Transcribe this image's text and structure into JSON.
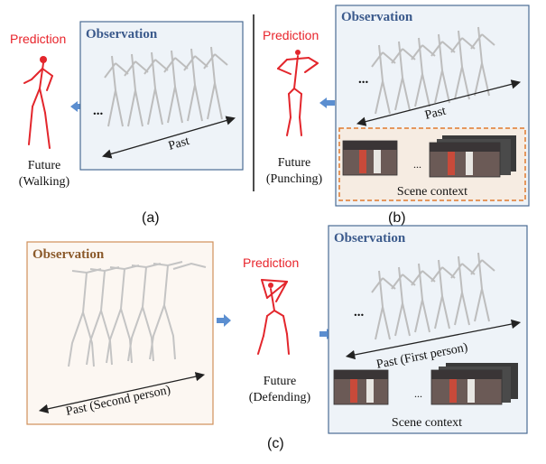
{
  "colors": {
    "prediction_text": "#e8242b",
    "observation_title": "#3b5a8c",
    "observation_title_c": "#8b5a2b",
    "blue_frame": "#4a6c94",
    "blue_fill": "#eef3f8",
    "orange_frame": "#d0905a",
    "orange_fill": "#fcf7f2",
    "scene_dash": "#e07a2e",
    "skeleton_gray": "#b9b9b9",
    "skeleton_red": "#e3262c",
    "arrow_blue": "#5b8ed0"
  },
  "panel_a": {
    "prediction": "Prediction",
    "observation": "Observation",
    "ellipsis": "...",
    "past": "Past",
    "future": "Future",
    "action": "(Walking)",
    "caption": "(a)"
  },
  "panel_b": {
    "prediction": "Prediction",
    "observation": "Observation",
    "ellipsis": "...",
    "past": "Past",
    "future": "Future",
    "action": "(Punching)",
    "scene": "Scene context",
    "caption": "(b)"
  },
  "panel_c": {
    "observation_left": "Observation",
    "past_second": "Past (Second person)",
    "prediction": "Prediction",
    "future": "Future",
    "action": "(Defending)",
    "observation_right": "Observation",
    "ellipsis": "...",
    "past_first": "Past (First person)",
    "scene": "Scene context",
    "caption": "(c)"
  }
}
